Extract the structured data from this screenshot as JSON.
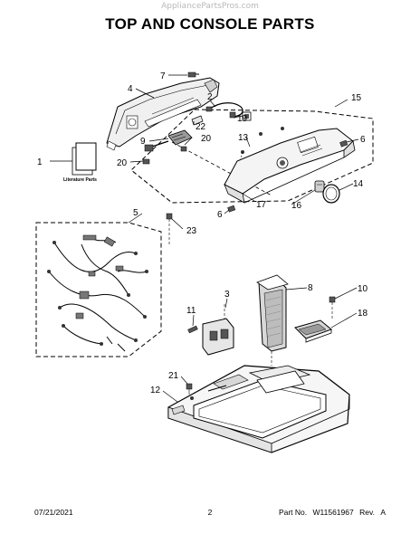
{
  "header": {
    "watermark": "AppliancePartsPros.com",
    "title": "TOP AND CONSOLE PARTS"
  },
  "callouts": {
    "c1": "1",
    "c2": "2",
    "c3": "3",
    "c4": "4",
    "c5": "5",
    "c6a": "6",
    "c6b": "6",
    "c7": "7",
    "c8": "8",
    "c9": "9",
    "c10": "10",
    "c11": "11",
    "c12": "12",
    "c13": "13",
    "c14": "14",
    "c15": "15",
    "c16": "16",
    "c17": "17",
    "c18": "18",
    "c19": "19",
    "c20a": "20",
    "c20b": "20",
    "c21": "21",
    "c22": "22",
    "c23": "23"
  },
  "literature_label": "Literature Parts",
  "footer": {
    "date": "07/21/2021",
    "page_number": "2",
    "part_label": "Part No.",
    "part_number": "W11561967",
    "rev_label": "Rev.",
    "rev_value": "A"
  },
  "colors": {
    "line": "#000000",
    "part_fill": "#e6e6e6",
    "part_dark": "#6e6e6e",
    "background": "#ffffff"
  }
}
